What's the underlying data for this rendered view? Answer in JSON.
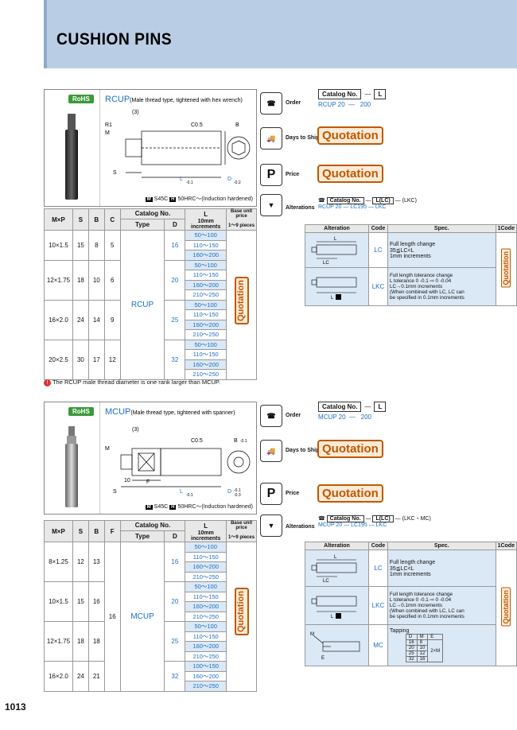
{
  "page_title": "CUSHION PINS",
  "page_number": "1013",
  "rohs_label": "RoHS",
  "side_labels": {
    "order": "Order",
    "days": "Days to Ship",
    "price": "Price",
    "alterations": "Alterations"
  },
  "quotation": "Quotation",
  "rcup": {
    "name": "RCUP",
    "desc": "(Male thread type, tightened with hex wrench)",
    "mat1": "S45C",
    "mat2": "50HRC～(Induction hardened)",
    "mk1": "M",
    "mk2": "H",
    "headers": {
      "mp": "M×P",
      "s": "S",
      "b": "B",
      "c": "C",
      "catalog": "Catalog No.",
      "type": "Type",
      "d": "D",
      "l": "L",
      "l_sub": "10mm increments",
      "base": "Base unit price",
      "base_sub": "1～9 pieces"
    },
    "type": "RCUP",
    "groups": [
      {
        "mp": "10×1.5",
        "s": "15",
        "b": "8",
        "c": "5",
        "d": "16",
        "l": [
          "50～100",
          "110～150",
          "160～200"
        ]
      },
      {
        "mp": "12×1.75",
        "s": "18",
        "b": "10",
        "c": "6",
        "d": "20",
        "l": [
          "50～100",
          "110～150",
          "160～200",
          "210～250"
        ]
      },
      {
        "mp": "16×2.0",
        "s": "24",
        "b": "14",
        "c": "9",
        "d": "25",
        "l": [
          "50～100",
          "110～150",
          "160～200",
          "210～250"
        ]
      },
      {
        "mp": "20×2.5",
        "s": "30",
        "b": "17",
        "c": "12",
        "d": "32",
        "l": [
          "50～100",
          "110～150",
          "160～200",
          "210～250"
        ]
      }
    ],
    "note": "The RCUP male thread diameter is one rank larger than MCUP.",
    "order": {
      "cat": "Catalog No.",
      "l": "L",
      "ex_a": "RCUP 20",
      "ex_b": "200"
    },
    "alt": {
      "cat": "Catalog No.",
      "l": "L(LC)",
      "sfx": "(LKC)",
      "ex_a": "RCUP 20",
      "ex_b": "LC195",
      "ex_c": "LKC"
    },
    "alt_headers": {
      "alteration": "Alteration",
      "code": "Code",
      "spec": "Spec.",
      "one": "1Code"
    },
    "alt_rows": [
      {
        "code": "LC",
        "spec": [
          "Full length change",
          "35≦LC<L",
          "1mm increments"
        ]
      },
      {
        "code": "LKC",
        "spec": [
          "Full length tolerance change",
          "L tolerance 0 -0.1 ⇨ 0 -0.04",
          "LC→0.1mm increments",
          "(When combined with LC, LC can",
          "be specified in 0.1mm increments"
        ]
      }
    ],
    "dims": {
      "d3": "(3)",
      "r1": "R1",
      "m": "M",
      "c05": "C0.5",
      "b": "B",
      "s": "S",
      "l": "L",
      "lt": "-0.1",
      "d": "D",
      "dt": "-0.2"
    }
  },
  "mcup": {
    "name": "MCUP",
    "desc": "(Male thread type, tightened with spanner)",
    "mat1": "S45C",
    "mat2": "50HRC～(Induction hardened)",
    "mk1": "M",
    "mk2": "H",
    "headers": {
      "mp": "M×P",
      "s": "S",
      "b": "B",
      "f": "F",
      "catalog": "Catalog No.",
      "type": "Type",
      "d": "D",
      "l": "L",
      "l_sub": "10mm increments",
      "base": "Base unit price",
      "base_sub": "1～9 pieces"
    },
    "type": "MCUP",
    "f": "16",
    "groups": [
      {
        "mp": "8×1.25",
        "s": "12",
        "b": "13",
        "d": "16",
        "l": [
          "50～100",
          "110～150",
          "160～200",
          "210～250"
        ]
      },
      {
        "mp": "10×1.5",
        "s": "15",
        "b": "16",
        "d": "20",
        "l": [
          "50～100",
          "110～150",
          "160～200",
          "210～250"
        ]
      },
      {
        "mp": "12×1.75",
        "s": "18",
        "b": "18",
        "d": "25",
        "l": [
          "50～100",
          "110～150",
          "160～200",
          "210～250"
        ]
      },
      {
        "mp": "16×2.0",
        "s": "24",
        "b": "21",
        "d": "32",
        "l": [
          "100～150",
          "160～200",
          "210～250"
        ]
      }
    ],
    "order": {
      "cat": "Catalog No.",
      "l": "L",
      "ex_a": "MCUP 20",
      "ex_b": "200"
    },
    "alt": {
      "cat": "Catalog No.",
      "l": "L(LC)",
      "sfx": "(LKC・MC)",
      "ex_a": "MCUP 20",
      "ex_b": "LC195",
      "ex_c": "LKC"
    },
    "alt_headers": {
      "alteration": "Alteration",
      "code": "Code",
      "spec": "Spec.",
      "one": "1Code"
    },
    "alt_rows": [
      {
        "code": "LC",
        "spec": [
          "Full length change",
          "35≦LC<L",
          "1mm increments"
        ]
      },
      {
        "code": "LKC",
        "spec": [
          "Full length tolerance change",
          "L tolerance 0 -0.1 ⇨ 0 -0.04",
          "LC→0.1mm increments",
          "(When combined with LC, LC can",
          "be specified in 0.1mm increments"
        ]
      },
      {
        "code": "MC",
        "spec": [
          "Tapping"
        ]
      }
    ],
    "tap_headers": [
      "D",
      "M",
      "E"
    ],
    "tap_rows": [
      [
        "16",
        "8",
        ""
      ],
      [
        "20",
        "10",
        ""
      ],
      [
        "25",
        "12",
        ""
      ],
      [
        "32",
        "16",
        ""
      ]
    ],
    "tap_e": "2×M",
    "dims": {
      "d3": "(3)",
      "m": "M",
      "c05": "C0.5",
      "b": "B",
      "bt": "-0.1",
      "s": "S",
      "n10": "10",
      "f": "F",
      "l": "L",
      "lt": "-0.1",
      "d": "D",
      "dt": "-0.1",
      "dt2": "-0.3"
    }
  }
}
